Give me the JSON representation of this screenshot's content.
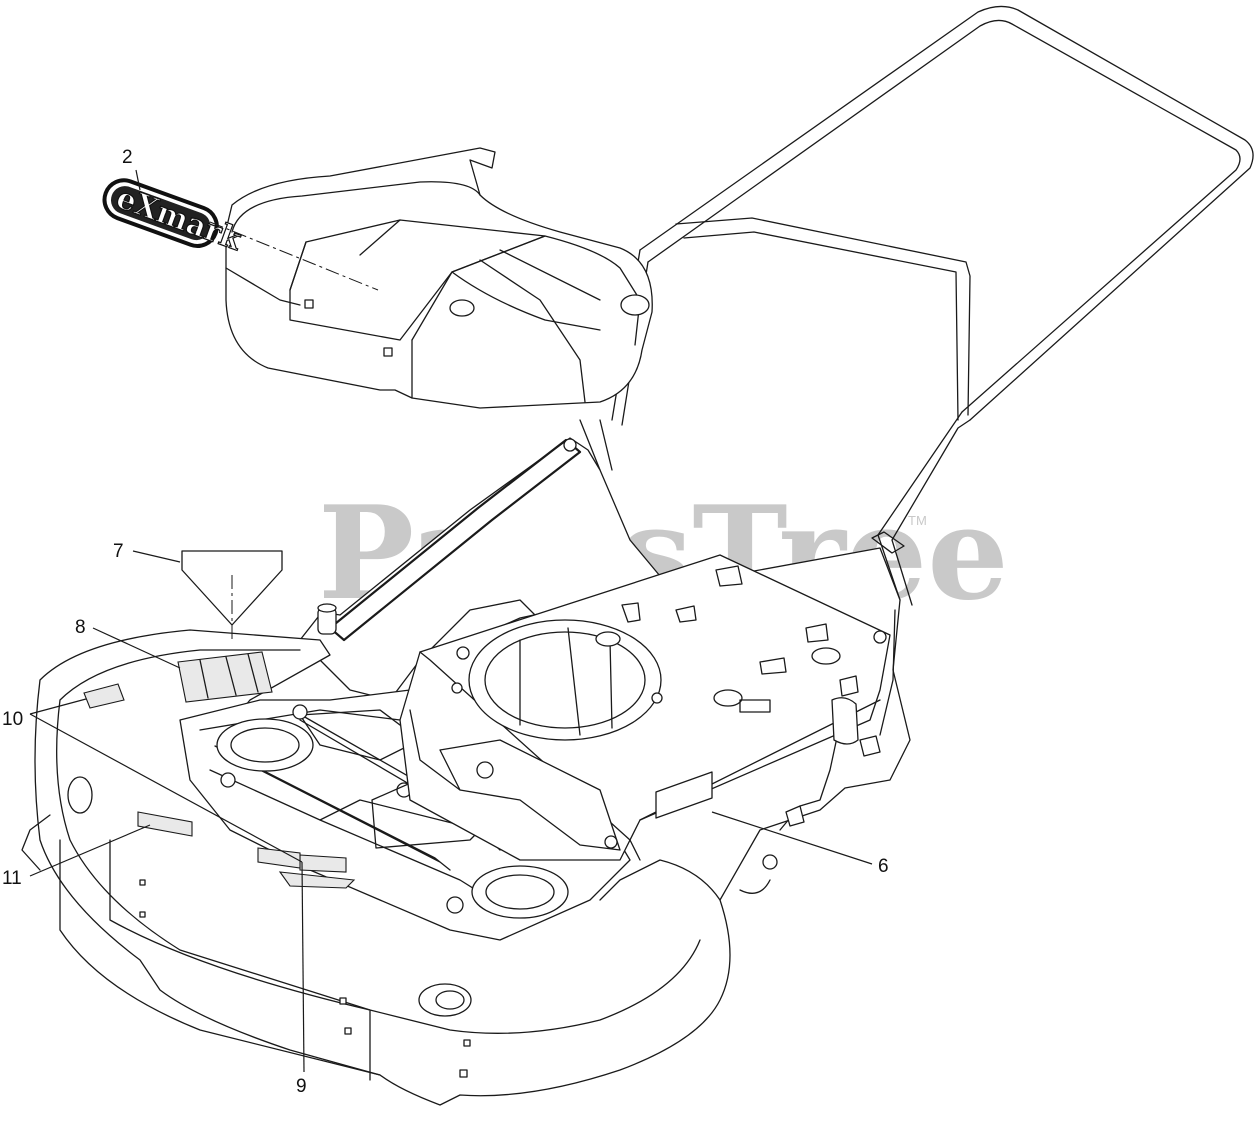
{
  "watermark": {
    "text": "PartsTree",
    "trademark": "TM"
  },
  "logo": {
    "text": "eXmark"
  },
  "callouts": {
    "c2": "2",
    "c6": "6",
    "c7": "7",
    "c8": "8",
    "c9": "9",
    "c10": "10",
    "c11": "11"
  },
  "colors": {
    "line": "#1a1a1a",
    "watermark": "#c9c9c9",
    "background": "#ffffff"
  }
}
